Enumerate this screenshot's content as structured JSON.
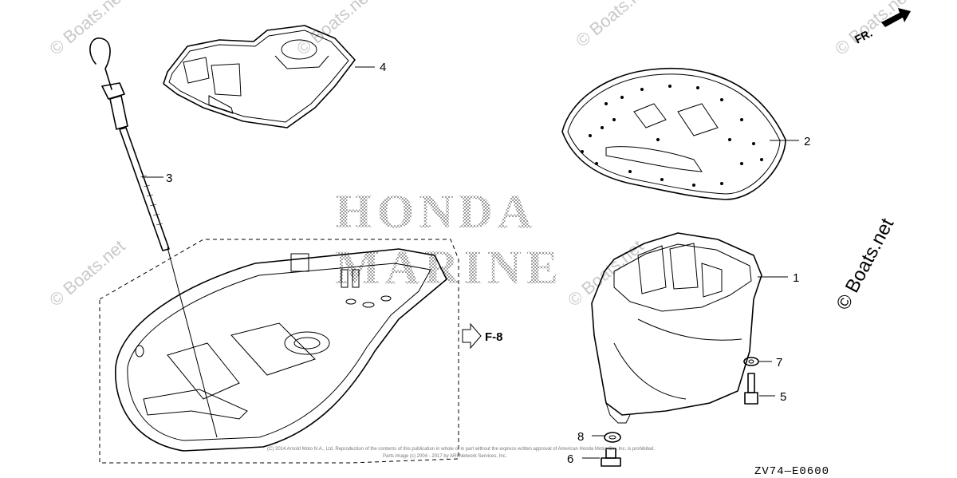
{
  "watermark": {
    "brand_line1": "HONDA",
    "brand_line2": "MARINE",
    "site": "© Boats.net",
    "site_short": "© Boats.net"
  },
  "callouts": [
    "1",
    "2",
    "3",
    "4",
    "5",
    "6",
    "7",
    "8"
  ],
  "direction_label": "FR.",
  "section_ref": "F-8",
  "diagram_code": "ZV74—E0600",
  "copyright_line1": "(C) 2014 Arnold Moto N.A., Ltd. Reproduction of the contents of this publication in whole or in part without the express written approval of American Honda Motor Co., Inc. is prohibited.",
  "copyright_line2": "Parts Image (c) 2004 - 2017 by ARI Network Services, Inc."
}
